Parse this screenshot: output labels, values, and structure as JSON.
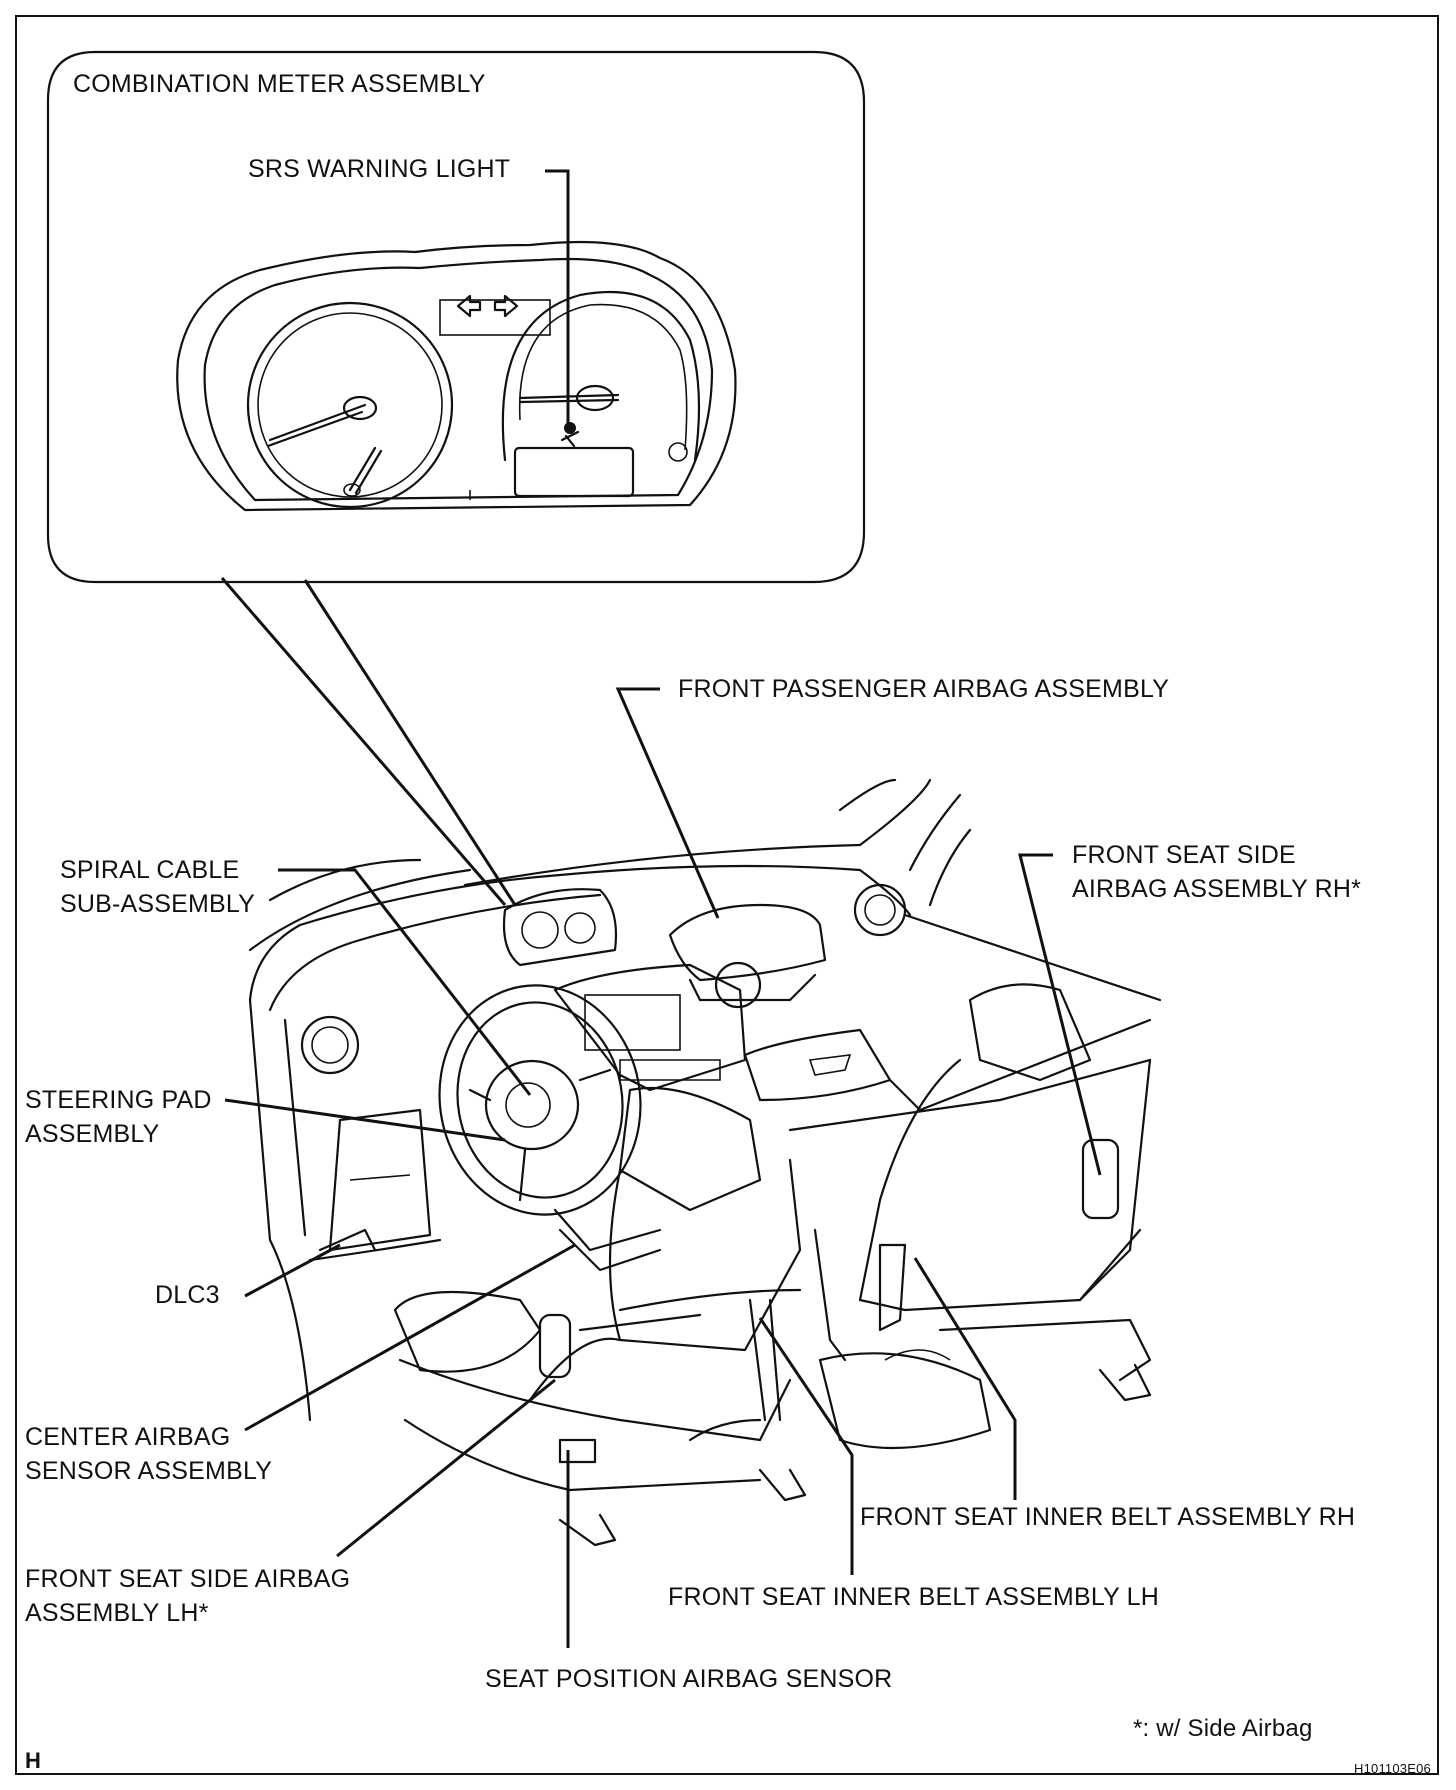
{
  "inset": {
    "title": "COMBINATION METER ASSEMBLY",
    "srs_warning_light": "SRS WARNING LIGHT"
  },
  "labels": {
    "front_passenger_airbag": "FRONT PASSENGER AIRBAG ASSEMBLY",
    "spiral_cable": "SPIRAL CABLE\nSUB-ASSEMBLY",
    "front_seat_side_airbag_rh": "FRONT SEAT SIDE\nAIRBAG ASSEMBLY RH*",
    "steering_pad": "STEERING PAD\nASSEMBLY",
    "dlc3": "DLC3",
    "center_airbag_sensor": "CENTER AIRBAG\nSENSOR ASSEMBLY",
    "front_seat_side_airbag_lh": "FRONT SEAT SIDE AIRBAG\nASSEMBLY LH*",
    "front_seat_inner_belt_rh": "FRONT SEAT INNER BELT ASSEMBLY RH",
    "front_seat_inner_belt_lh": "FRONT SEAT INNER BELT ASSEMBLY LH",
    "seat_position_airbag_sensor": "SEAT POSITION AIRBAG SENSOR"
  },
  "footnote": "*: w/ Side Airbag",
  "corner_letter": "H",
  "figure_code": "H101103E06"
}
